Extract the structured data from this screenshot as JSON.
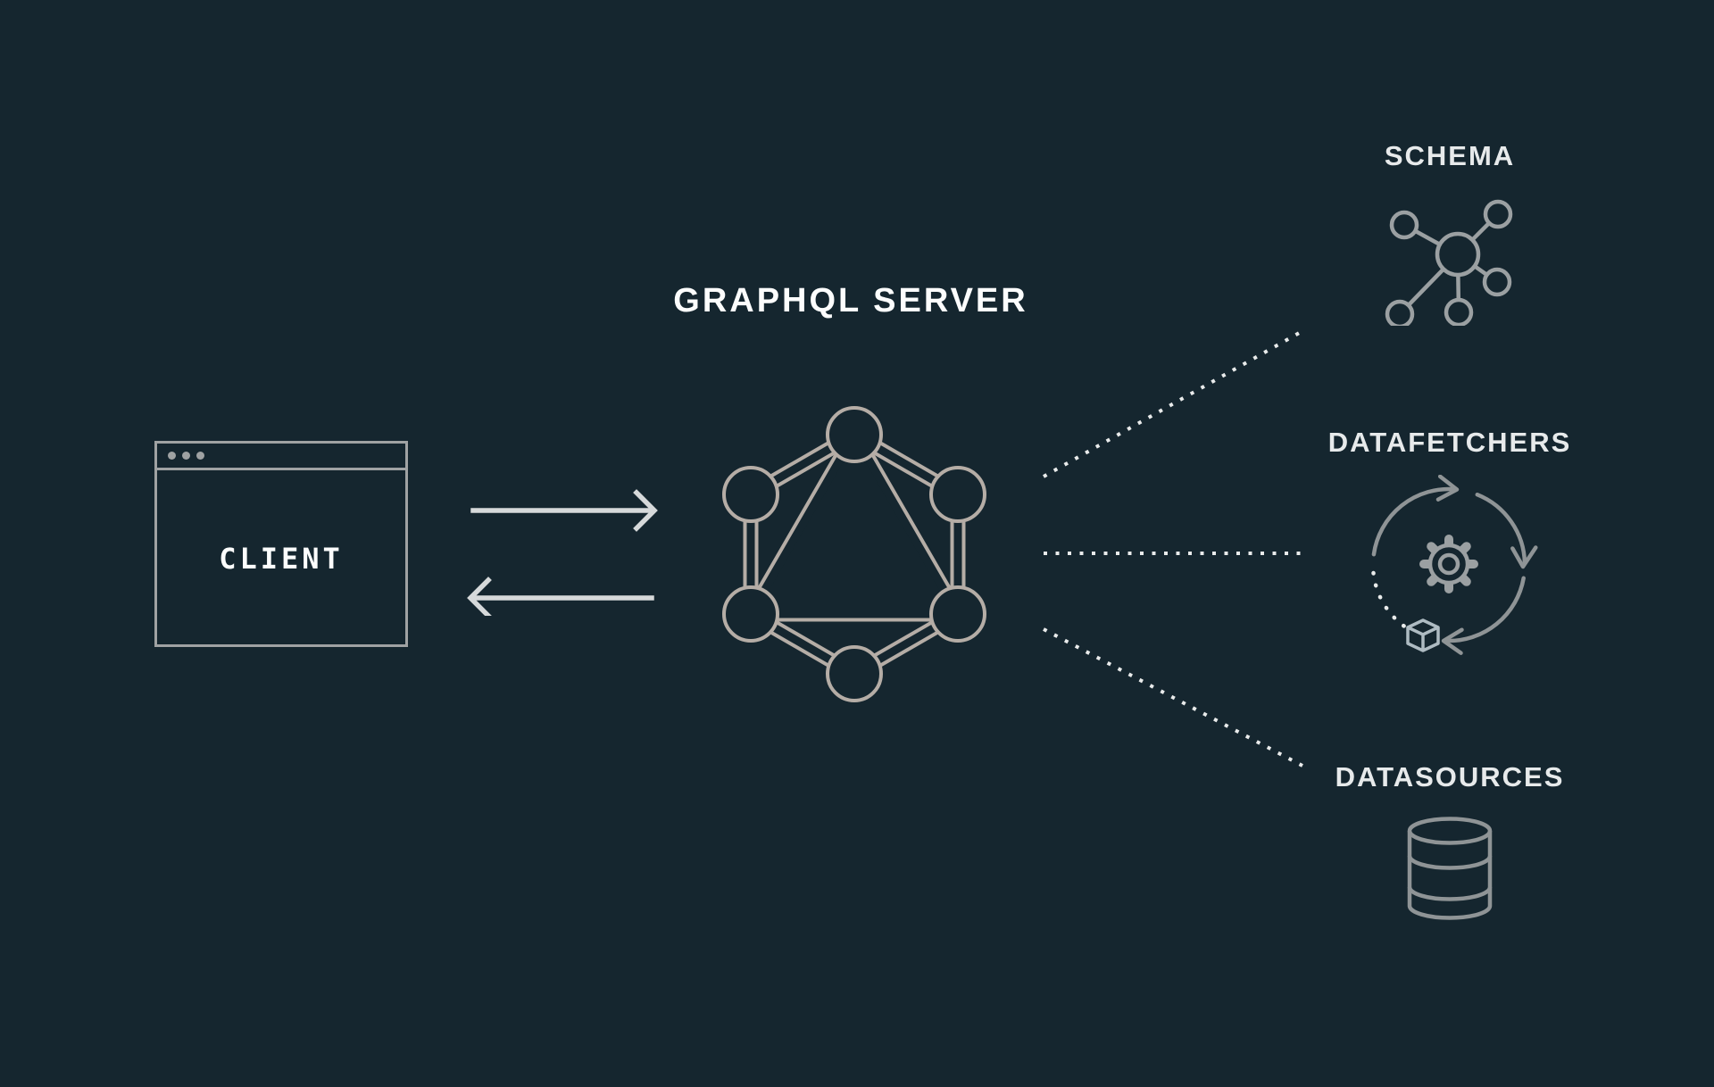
{
  "title": {
    "text": "GRAPHQL SERVER"
  },
  "client": {
    "label": "CLIENT",
    "window_dots": 3
  },
  "nodes": [
    {
      "id": "schema",
      "label": "SCHEMA",
      "icon": "network-graph-icon"
    },
    {
      "id": "datafetchers",
      "label": "DATAFETCHERS",
      "icon": "sync-gear-cube-icon"
    },
    {
      "id": "datasources",
      "label": "DATASOURCES",
      "icon": "database-icon"
    }
  ],
  "connections": [
    {
      "from": "client",
      "to": "graphql-server",
      "style": "solid-arrow-right"
    },
    {
      "from": "graphql-server",
      "to": "client",
      "style": "solid-arrow-left"
    },
    {
      "from": "graphql-server",
      "to": "schema",
      "style": "dotted"
    },
    {
      "from": "graphql-server",
      "to": "datafetchers",
      "style": "dotted"
    },
    {
      "from": "graphql-server",
      "to": "datasources",
      "style": "dotted"
    }
  ],
  "colors": {
    "background": "#15262f",
    "logo_stroke": "#b5ada6",
    "window_stroke": "#9fa2a3",
    "title_text": "#fcfdfd",
    "label_text": "#e7eaeb",
    "arrow": "#d6d9da",
    "dotted_line": "#e9ebeb",
    "icon_gray": "#9ba0a2",
    "icon_dark_gray": "#8f9496",
    "cube_blue_gray": "#aebbc2"
  }
}
